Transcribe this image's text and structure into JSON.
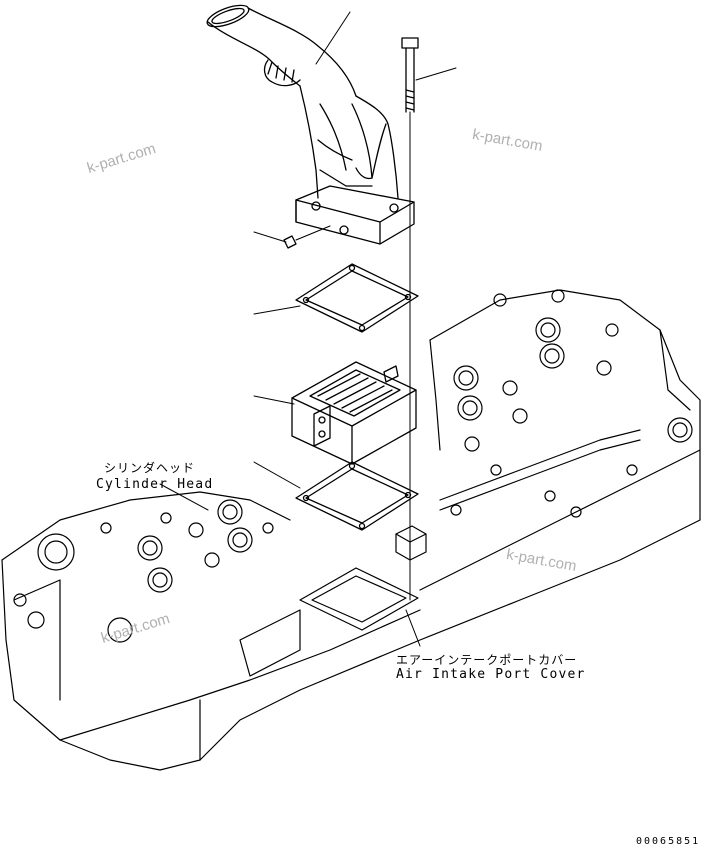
{
  "labels": {
    "cylinder_head_jp": "シリンダヘッド",
    "cylinder_head_en": "Cylinder Head",
    "air_intake_jp": "エアーインテークポートカバー",
    "air_intake_en": "Air Intake Port Cover"
  },
  "watermarks": [
    "k-part.com",
    "k-part.com",
    "k-part.com",
    "k-part.com"
  ],
  "drawing_code": "00065851",
  "colors": {
    "line": "#000000",
    "watermark": "#b0b0b0",
    "background": "#ffffff"
  }
}
